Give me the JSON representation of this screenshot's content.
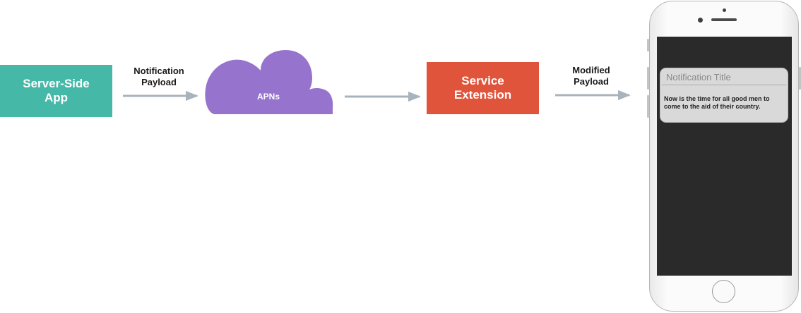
{
  "nodes": {
    "server_app": {
      "label": "Server-Side\nApp",
      "color": "#45b8a8"
    },
    "apns": {
      "label": "APNs",
      "color": "#9673cd"
    },
    "service_extension": {
      "label": "Service\nExtension",
      "color": "#e1543c"
    },
    "device": {
      "icon": "iphone-icon"
    }
  },
  "edges": [
    {
      "from": "server_app",
      "to": "apns",
      "label": "Notification\nPayload"
    },
    {
      "from": "apns",
      "to": "service_extension",
      "label": ""
    },
    {
      "from": "service_extension",
      "to": "device",
      "label": "Modified\nPayload"
    }
  ],
  "arrow_color": "#a9b3bb",
  "notification": {
    "title": "Notification Title",
    "body": "Now is the time for all good men to come to the aid of their country."
  }
}
